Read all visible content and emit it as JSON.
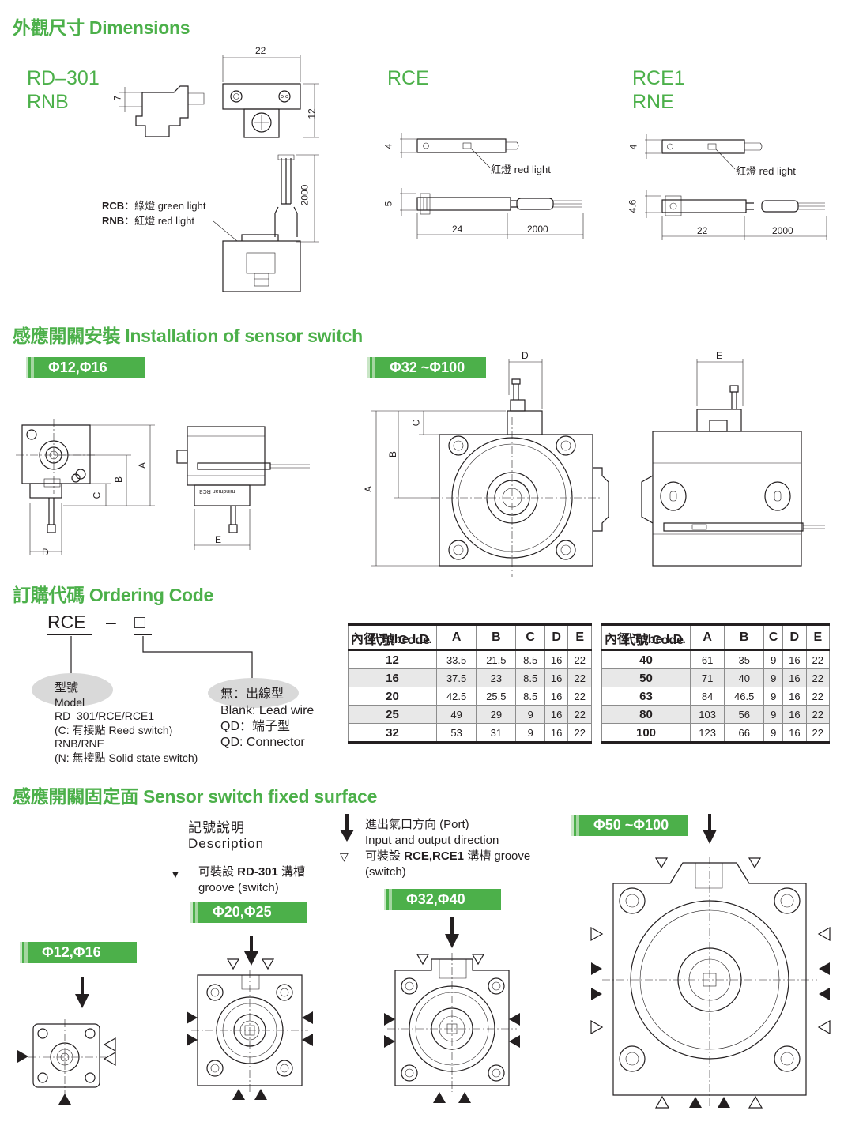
{
  "sections": {
    "dimensions": "外觀尺寸 Dimensions",
    "installation": "感應開關安裝 Installation of sensor switch",
    "ordering": "訂購代碼 Ordering Code",
    "fixed_surface": "感應開關固定面 Sensor switch fixed surface"
  },
  "dimensions": {
    "rd301": {
      "model_line1": "RD–301",
      "model_line2": "RNB",
      "dim_width": "22",
      "dim_height": "7",
      "dim_side": "12",
      "dim_wire": "2000",
      "rcb_key": "RCB",
      "rcb_text": "：綠燈  green light",
      "rnb_key": "RNB",
      "rnb_text": "：紅燈  red light"
    },
    "rce": {
      "model": "RCE",
      "dim_top": "4",
      "dim_side": "5",
      "dim_len": "24",
      "dim_wire": "2000",
      "light": "紅燈 red light"
    },
    "rce1": {
      "model_line1": "RCE1",
      "model_line2": "RNE",
      "dim_top": "4",
      "dim_side": "4.6",
      "dim_len": "22",
      "dim_wire": "2000",
      "light": "紅燈 red light"
    }
  },
  "installation": {
    "banner_small": "Φ12,Φ16",
    "banner_large": "Φ32 ~Φ100",
    "labels": {
      "a": "A",
      "b": "B",
      "c": "C",
      "d": "D",
      "e": "E"
    },
    "switch_brand": "mindman",
    "switch_model": "RCB"
  },
  "ordering": {
    "code_model": "RCE",
    "code_dash": "–",
    "code_box": "□",
    "model_cn": "型號",
    "model_en": "Model",
    "model_list": "RD–301/RCE/RCE1",
    "model_c": "(C: 有接點 Reed switch)",
    "model_n_list": "RNB/RNE",
    "model_n": "(N: 無接點 Solid state switch)",
    "wire_cn": "無：出線型",
    "wire_blank": "Blank: Lead wire",
    "qd_cn": "QD：端子型",
    "qd_en": "QD: Connector"
  },
  "tables": {
    "header_code": "代號 Code",
    "header_tube": "內徑 Tube I.D.",
    "columns": [
      "A",
      "B",
      "C",
      "D",
      "E"
    ],
    "left_rows": [
      [
        "12",
        "33.5",
        "21.5",
        "8.5",
        "16",
        "22"
      ],
      [
        "16",
        "37.5",
        "23",
        "8.5",
        "16",
        "22"
      ],
      [
        "20",
        "42.5",
        "25.5",
        "8.5",
        "16",
        "22"
      ],
      [
        "25",
        "49",
        "29",
        "9",
        "16",
        "22"
      ],
      [
        "32",
        "53",
        "31",
        "9",
        "16",
        "22"
      ]
    ],
    "right_rows": [
      [
        "40",
        "61",
        "35",
        "9",
        "16",
        "22"
      ],
      [
        "50",
        "71",
        "40",
        "9",
        "16",
        "22"
      ],
      [
        "63",
        "84",
        "46.5",
        "9",
        "16",
        "22"
      ],
      [
        "80",
        "103",
        "56",
        "9",
        "16",
        "22"
      ],
      [
        "100",
        "123",
        "66",
        "9",
        "16",
        "22"
      ]
    ]
  },
  "fixed_surface": {
    "desc_cn": "記號說明",
    "desc_en": "Description",
    "filled_cn": "可裝設 ",
    "filled_model": "RD-301",
    "filled_tail": " 溝槽",
    "filled_en": "groove (switch)",
    "port_cn": "進出氣口方向 (Port)",
    "port_en": "Input and output direction",
    "open_cn": "可裝設 ",
    "open_model": "RCE,RCE1",
    "open_tail": " 溝槽 groove",
    "open_en": "(switch)",
    "banner_12": "Φ12,Φ16",
    "banner_20": "Φ20,Φ25",
    "banner_32": "Φ32,Φ40",
    "banner_50": "Φ50 ~Φ100"
  }
}
